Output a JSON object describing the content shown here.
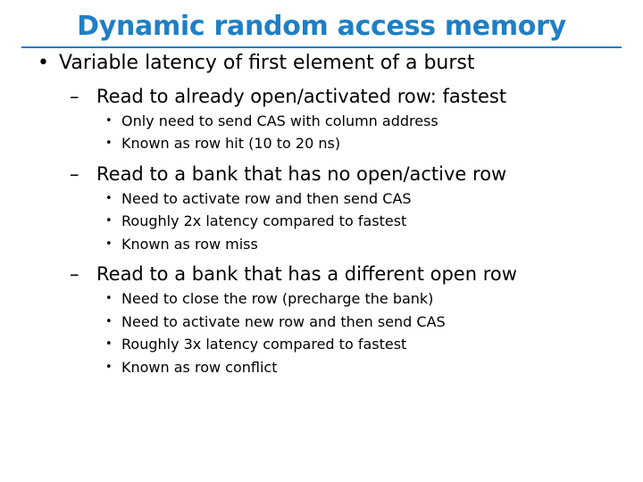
{
  "slide": {
    "title": "Dynamic random access memory",
    "accent_color": "#1F7FC4",
    "bullets": {
      "lvl1_glyph": "•",
      "lvl2_glyph": "–",
      "lvl3_glyph": "•"
    },
    "content": [
      {
        "level": 1,
        "text": "Variable latency of first element of a burst",
        "children": [
          {
            "level": 2,
            "text": "Read to already open/activated row: fastest",
            "children": [
              {
                "level": 3,
                "text": "Only need to send CAS with column address"
              },
              {
                "level": 3,
                "text": "Known as row hit (10 to 20 ns)"
              }
            ]
          },
          {
            "level": 2,
            "text": "Read to a bank that has no open/active row",
            "children": [
              {
                "level": 3,
                "text": "Need to activate row and then send CAS"
              },
              {
                "level": 3,
                "text": "Roughly 2x latency compared to fastest"
              },
              {
                "level": 3,
                "text": "Known as row miss"
              }
            ]
          },
          {
            "level": 2,
            "text": "Read to a bank that has a different open row",
            "children": [
              {
                "level": 3,
                "text": "Need to close the row (precharge the bank)"
              },
              {
                "level": 3,
                "text": "Need to activate new row and then send CAS"
              },
              {
                "level": 3,
                "text": "Roughly 3x latency compared to fastest"
              },
              {
                "level": 3,
                "text": "Known as row conflict"
              }
            ]
          }
        ]
      }
    ]
  }
}
